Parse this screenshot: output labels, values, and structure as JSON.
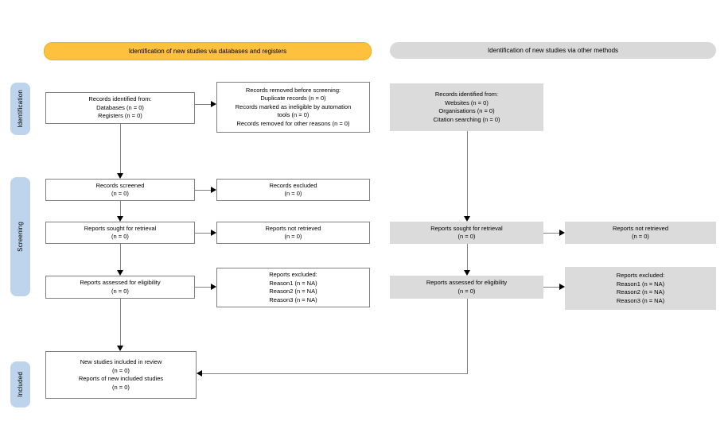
{
  "headers": {
    "databases_registers": "Identification of new studies via databases and registers",
    "other_methods": "Identification of new studies via other methods"
  },
  "stages": {
    "identification": "Identification",
    "screening": "Screening",
    "included": "Included"
  },
  "left_column": {
    "records_identified": "Records identified from:\nDatabases (n = 0)\nRegisters (n = 0)",
    "records_removed": "Records removed before screening:\nDuplicate records (n = 0)\nRecords marked as ineligible by automation\ntools (n = 0)\nRecords removed for other reasons (n = 0)",
    "records_screened": "Records screened\n(n = 0)",
    "records_excluded": "Records excluded\n(n = 0)",
    "reports_sought": "Reports sought for retrieval\n(n = 0)",
    "reports_not_retrieved": "Reports not retrieved\n(n = 0)",
    "reports_assessed": "Reports assessed for eligibility\n(n = 0)",
    "reports_excluded": "Reports excluded:\nReason1 (n = NA)\nReason2 (n = NA)\nReason3 (n = NA)",
    "new_studies_included": "New studies included in review\n(n = 0)\nReports of new included studies\n(n = 0)"
  },
  "right_column": {
    "records_identified_other": "Records identified from:\nWebsites (n = 0)\nOrganisations (n = 0)\nCitation searching (n = 0)",
    "reports_sought_other": "Reports sought for retrieval\n(n = 0)",
    "reports_not_retrieved_other": "Reports not retrieved\n(n = 0)",
    "reports_assessed_other": "Reports assessed for eligibility\n(n = 0)",
    "reports_excluded_other": "Reports excluded:\nReason1 (n = NA)\nReason2 (n = NA)\nReason3 (n = NA)"
  },
  "colors": {
    "header_accent": "#FDC13D",
    "header_neutral": "#D9D9D9",
    "stage_fill": "#BDD4EC",
    "gray_box_fill": "#DBDBDB",
    "box_border": "#808080",
    "arrow_line": "#808080",
    "arrow_head": "#000000"
  }
}
